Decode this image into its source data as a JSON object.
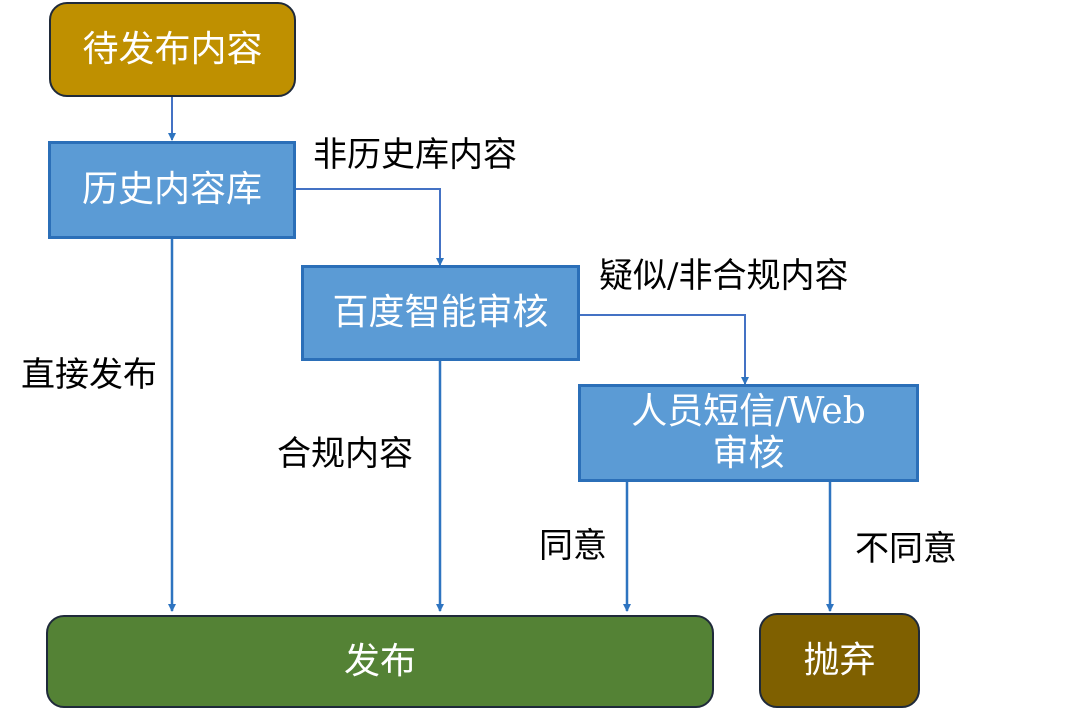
{
  "nodes": {
    "pending": "待发布内容",
    "history": "历史内容库",
    "baidu": "百度智能审核",
    "manual": "人员短信/Web审核",
    "publish": "发布",
    "discard": "抛弃"
  },
  "edge_labels": {
    "non_history": "非历史库内容",
    "suspect": "疑似/非合规内容",
    "direct": "直接发布",
    "compliant": "合规内容",
    "agree": "同意",
    "disagree": "不同意"
  },
  "colors": {
    "pending_fill": "#bf9000",
    "process_fill": "#5b9bd5",
    "publish_fill": "#548235",
    "discard_fill": "#7f6000",
    "connector": "#2e74c0"
  }
}
